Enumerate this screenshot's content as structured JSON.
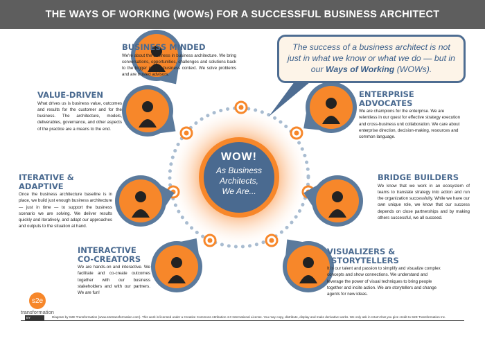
{
  "title": "THE WAYS OF WORKING (WOWs) FOR A SUCCESSFUL BUSINESS ARCHITECT",
  "bubble": {
    "text_before": "The success of a business architect is not just in what we know or what we do — but in our ",
    "emph": "Ways of Working",
    "text_after": " (WOWs)."
  },
  "center": {
    "wow": "WOW!",
    "line1": "As Business",
    "line2": "Architects,",
    "line3": "We Are..."
  },
  "sections": {
    "business_minded": {
      "title": "BUSINESS MINDED",
      "body": "We're about the business in business architecture. We bring conversations, opportunities, challenges and solutions back to the bigger picture business context. We solve problems and are trusted advisors."
    },
    "value_driven": {
      "title": "VALUE-DRIVEN",
      "body": "What drives us is business value, outcomes and results for the customer and for the business. The architecture, models, deliverables, governance, and other aspects of the practice are a means to the end."
    },
    "enterprise_advocates": {
      "title": "ENTERPRISE ADVOCATES",
      "body": "We are champions for the enterprise. We are relentless in our quest for effective strategy execution and cross-business unit collaboration. We care about enterprise direction, decision-making, resources and common language."
    },
    "iterative_adaptive": {
      "title1": "ITERATIVE &",
      "title2": "ADAPTIVE",
      "body": "Once the business architecture baseline is in place, we build just enough business architecture — just in time — to support the business scenario we are solving. We deliver results quickly and iteratively, and adapt our approaches and outputs to the situation at hand."
    },
    "bridge_builders": {
      "title": "BRIDGE BUILDERS",
      "body": "We know that we work in an ecosystem of teams to translate strategy into action and run the organization successfully. While we have our own unique role, we know that our success depends on close partnerships and by making others successful, we all succeed."
    },
    "interactive_cocreators": {
      "title1": "INTERACTIVE",
      "title2": "CO-CREATORS",
      "body": "We are hands-on and interactive. We facilitate and co-create outcomes together with our business stakeholders and with our partners. We are fun!"
    },
    "visualizers_storytellers": {
      "title1": "VISUALIZERS &",
      "title2": "STORYTELLERS",
      "body": "It is our talent and passion to simplify and visualize complex concepts and show connections. We understand and leverage the power of visual techniques to bring people together and incite action. We are storytellers and change agents for new ideas."
    }
  },
  "logo": {
    "mark": "s2e",
    "name": "transformation"
  },
  "footer": {
    "cc_label": "BY",
    "license": "Diagram by S2E Transformation (www.s2etransformation.com). This work is licensed under a Creative Commons Attribution 4.0 International License. You may copy, distribute, display and make derivative works. We only ask in return that you give credit to S2E Transformation Inc."
  },
  "colors": {
    "orange": "#f7872a",
    "blue": "#4a6a90",
    "header": "#5e5e5e"
  }
}
